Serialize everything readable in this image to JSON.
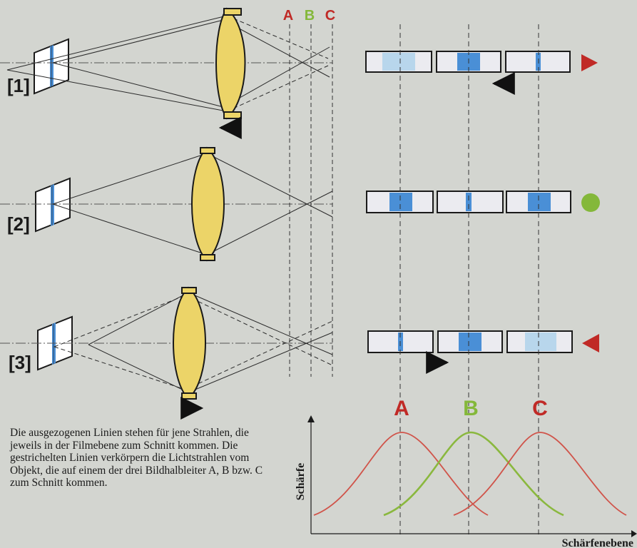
{
  "setups": [
    {
      "label": "[1]",
      "indicator": "triangle-right-icon"
    },
    {
      "label": "[2]",
      "indicator": "dot-icon"
    },
    {
      "label": "[3]",
      "indicator": "triangle-left-icon"
    }
  ],
  "planes": [
    "A",
    "B",
    "C"
  ],
  "graph": {
    "peaks": [
      "A",
      "B",
      "C"
    ],
    "y_axis_label": "Schärfe",
    "x_axis_label": "Schärfenebene"
  },
  "caption": "Die ausgezogenen Linien stehen für jene Strahlen, die jeweils in der Filmebene zum Schnitt kommen. Die gestrichelten Linien verkörpern die Lichtstrahlen vom Objekt, die auf einem der drei Bildhalbleiter A, B bzw. C zum Schnitt kommen.",
  "colors": {
    "background": "#d3d5d0",
    "lens": "#ecd468",
    "sensor_light": "#b8d6ec",
    "sensor_dark": "#4a8fd6",
    "plane_a": "#c02a26",
    "plane_b": "#84b83a",
    "plane_c": "#c02a26",
    "curve_a": "#d0544a",
    "curve_b": "#8ab83e",
    "curve_c": "#d0544a"
  }
}
